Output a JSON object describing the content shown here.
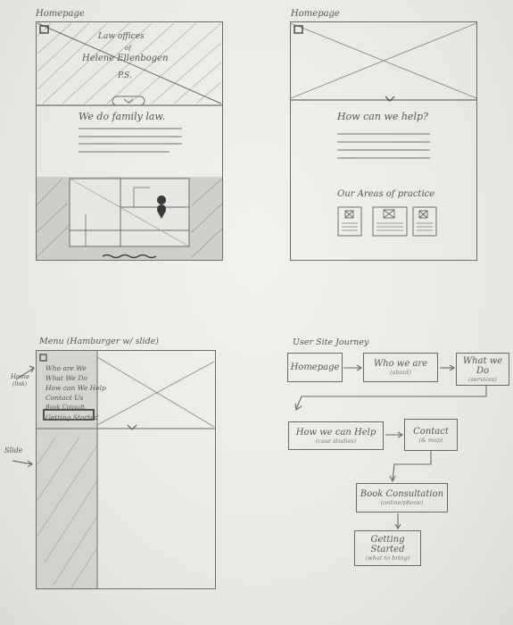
{
  "wireframe1": {
    "title": "Homepage",
    "hero_line1": "Law offices",
    "hero_line2": "of",
    "hero_line3": "Helene Ellenbogen",
    "hero_line4": "P.S.",
    "tagline": "We do family law."
  },
  "wireframe2": {
    "title": "Homepage",
    "heading": "How can we help?",
    "section": "Our Areas of practice"
  },
  "wireframe3": {
    "title": "Menu (Hamburger w/ slide)",
    "annotation_home_1": "Home",
    "annotation_home_2": "(link)",
    "annotation_slide": "Slide",
    "menu_items": [
      "Who are We",
      "What We Do",
      "How can We Help",
      "Contact Us",
      "Book Consult.",
      "Getting Started"
    ]
  },
  "journey": {
    "title": "User Site Journey",
    "boxes": [
      {
        "main": "Homepage",
        "sub": ""
      },
      {
        "main": "Who we are",
        "sub": "(about)"
      },
      {
        "main": "What we Do",
        "sub": "(services)"
      },
      {
        "main": "How we can Help",
        "sub": "(case studies)"
      },
      {
        "main": "Contact",
        "sub": "(& map)"
      },
      {
        "main": "Book Consultation",
        "sub": "(online/phone)"
      },
      {
        "main": "Getting Started",
        "sub": "(what to bring)"
      }
    ]
  },
  "colors": {
    "paper": "#efedea",
    "pencil": "#5a5a5a"
  }
}
